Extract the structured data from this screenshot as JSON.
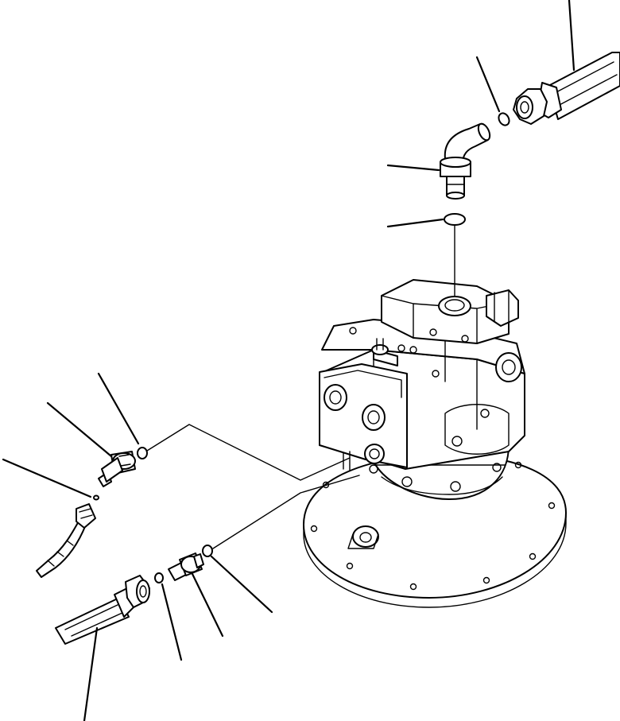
{
  "diagram": {
    "type": "exploded-parts-view",
    "parts": [
      "swing-motor-assembly",
      "hose-top-right",
      "o-ring-top-hose",
      "elbow-fitting-top",
      "o-ring-top-port",
      "hose-left-small",
      "o-ring-left-small",
      "elbow-fitting-left",
      "o-ring-left-port",
      "hose-bottom-left",
      "o-ring-bottom-small",
      "straight-fitting-bottom",
      "o-ring-bottom-port"
    ],
    "line_color": "#000000",
    "background_color": "#ffffff"
  }
}
